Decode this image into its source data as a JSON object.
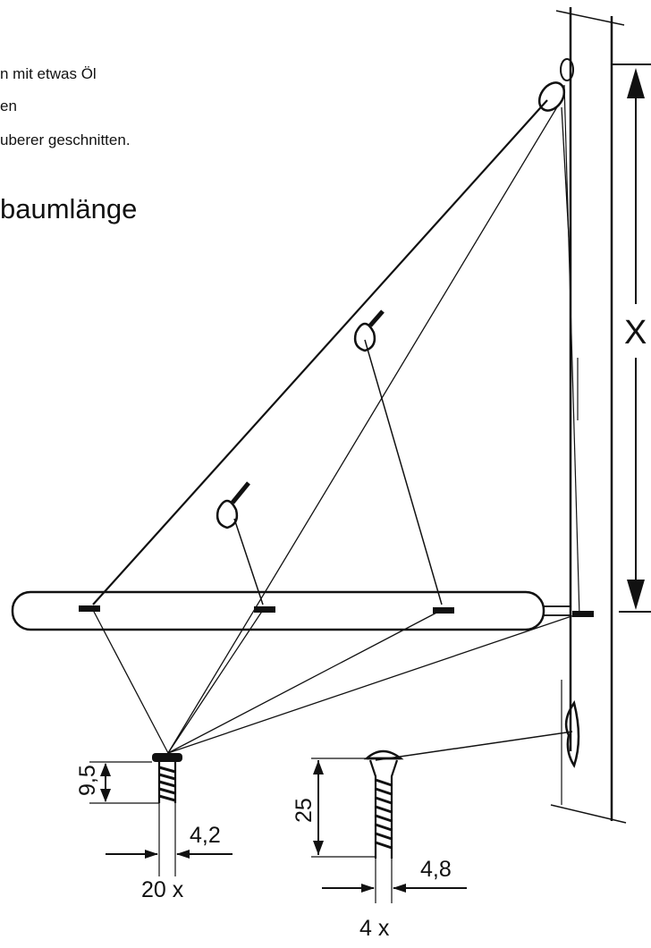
{
  "instructions": {
    "line1": "n mit etwas Öl",
    "line2": "en",
    "line3": "uberer geschnitten."
  },
  "heading": "baumlänge",
  "dimensions": {
    "x_label": "X",
    "screw_small_length": "9,5",
    "screw_small_diameter": "4,2",
    "screw_small_count": "20 x",
    "screw_large_length": "25",
    "screw_large_diameter": "4,8",
    "screw_large_count": "4 x"
  }
}
